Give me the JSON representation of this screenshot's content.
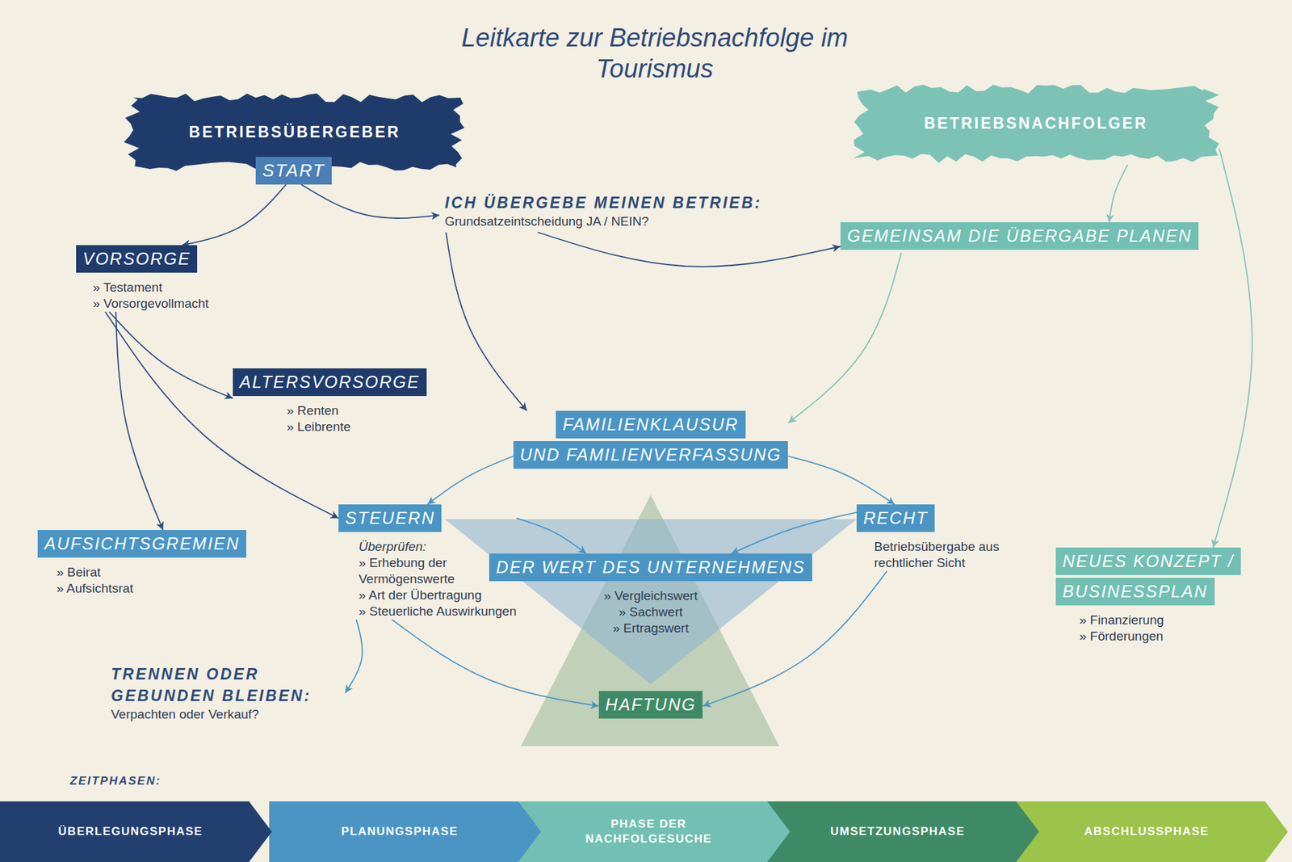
{
  "diagram": {
    "title": "Leitkarte zur Betriebsnachfolge im Tourismus",
    "nodes": [
      {
        "text": [
          "BETRIEBSÜBERGEBER"
        ]
      },
      {
        "text": [
          "START"
        ]
      },
      {
        "text": [
          "BETRIEBSNACHFOLGER"
        ]
      },
      {
        "text": [
          "ICH ÜBERGEBE MEINEN BETRIEB:",
          "Grundsatzeintscheidung JA / NEIN?"
        ]
      },
      {
        "text": [
          "GEMEINSAM DIE ÜBERGABE PLANEN"
        ]
      },
      {
        "text": [
          "VORSORGE",
          "» Testament",
          "» Vorsorgevollmacht"
        ]
      },
      {
        "text": [
          "ALTERSVORSORGE",
          "» Renten",
          "» Leibrente"
        ]
      },
      {
        "text": [
          "FAMILIENKLAUSUR",
          "UND FAMILIENVERFASSUNG"
        ]
      },
      {
        "text": [
          "AUFSICHTSGREMIEN",
          "» Beirat",
          "» Aufsichtsrat"
        ]
      },
      {
        "text": [
          "STEUERN",
          "Überprüfen:",
          "» Erhebung der Vermögenswerte",
          "» Art der Übertragung",
          "» Steuerliche Auswirkungen"
        ]
      },
      {
        "text": [
          "RECHT",
          "Betriebsübergabe aus rechtlicher Sicht"
        ]
      },
      {
        "text": [
          "DER WERT DES UNTERNEHMENS",
          "» Vergleichswert",
          "» Sachwert",
          "» Ertragswert"
        ]
      },
      {
        "text": [
          "HAFTUNG"
        ]
      },
      {
        "text": [
          "NEUES KONZEPT /",
          "BUSINESSPLAN",
          "» Finanzierung",
          "» Förderungen"
        ]
      },
      {
        "text": [
          "TRENNEN ODER GEBUNDEN BLEIBEN:",
          "Verpachten oder Verkauf?"
        ]
      },
      {
        "text": [
          "ÜBERLEGUNGSPHASE"
        ]
      },
      {
        "text": [
          "PLANUNGSPHASE"
        ]
      },
      {
        "text": [
          "PHASE DER NACHFOLGESUCHE"
        ]
      },
      {
        "text": [
          "UMSETZUNGSPHASE"
        ]
      },
      {
        "text": [
          "ABSCHLUSSPHASE"
        ]
      }
    ],
    "edges": [
      {
        "from": 1,
        "to": 5,
        "arrow": "to"
      },
      {
        "from": 1,
        "to": 3,
        "arrow": "to"
      },
      {
        "from": 3,
        "to": 4,
        "arrow": "to"
      },
      {
        "from": 3,
        "to": 7,
        "arrow": "to"
      },
      {
        "from": 2,
        "to": 4,
        "arrow": "to"
      },
      {
        "from": 2,
        "to": 13,
        "arrow": "to"
      },
      {
        "from": 4,
        "to": 7,
        "arrow": "to"
      },
      {
        "from": 5,
        "to": 6,
        "arrow": "to"
      },
      {
        "from": 5,
        "to": 9,
        "arrow": "to"
      },
      {
        "from": 5,
        "to": 8,
        "arrow": "to"
      },
      {
        "from": 7,
        "to": 9,
        "arrow": "to"
      },
      {
        "from": 7,
        "to": 10,
        "arrow": "to"
      },
      {
        "from": 9,
        "to": 11,
        "arrow": "to"
      },
      {
        "from": 10,
        "to": 11,
        "arrow": "to"
      },
      {
        "from": 9,
        "to": 14,
        "arrow": "to"
      },
      {
        "from": 9,
        "to": 12,
        "arrow": "to"
      },
      {
        "from": 10,
        "to": 12,
        "arrow": "to"
      }
    ],
    "labels": [
      "ZEITPHASEN:"
    ]
  }
}
